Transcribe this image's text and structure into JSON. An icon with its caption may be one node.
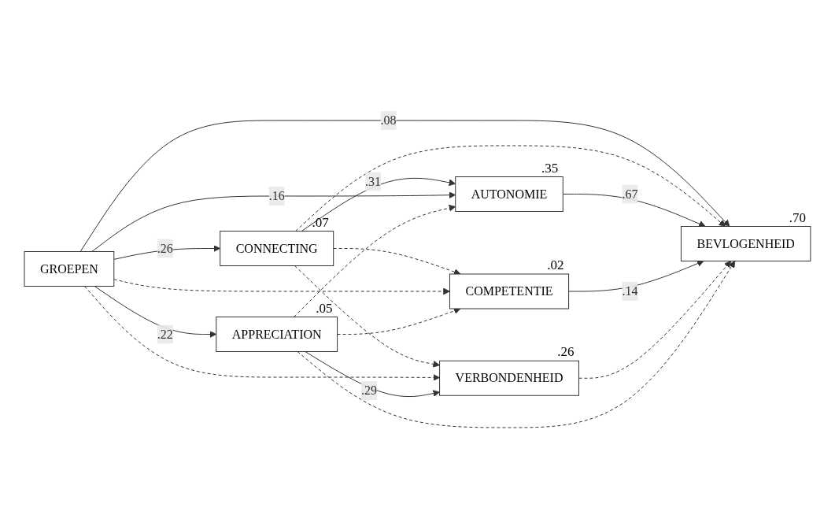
{
  "diagram": {
    "nodes": [
      {
        "text": [
          "CONNECTING"
        ],
        "beside": [
          ".07"
        ]
      },
      {
        "text": [
          "AUTONOMIE"
        ],
        "beside": [
          ".35"
        ]
      },
      {
        "text": [
          "GROEPEN"
        ]
      },
      {
        "text": [
          "COMPETENTIE"
        ],
        "beside": [
          ".02"
        ]
      },
      {
        "text": [
          "BEVLOGENHEID"
        ],
        "beside": [
          ".70"
        ]
      },
      {
        "text": [
          "APPRECIATION"
        ],
        "beside": [
          ".05"
        ]
      },
      {
        "text": [
          "VERBONDENHEID"
        ],
        "beside": [
          ".26"
        ]
      }
    ],
    "edges": [
      {
        "from": 2,
        "to": 4,
        "arrow": "to",
        "label": ".08"
      },
      {
        "from": 0,
        "to": 4,
        "arrow": "to",
        "style": "dashed"
      },
      {
        "from": 2,
        "to": 0,
        "arrow": "to",
        "label": ".26"
      },
      {
        "from": 0,
        "to": 1,
        "arrow": "to",
        "label": ".31"
      },
      {
        "from": 2,
        "to": 1,
        "arrow": "to",
        "label": ".16"
      },
      {
        "from": 0,
        "to": 3,
        "arrow": "to",
        "style": "dashed"
      },
      {
        "from": 0,
        "to": 6,
        "arrow": "to",
        "style": "dashed"
      },
      {
        "from": 2,
        "to": 3,
        "arrow": "to",
        "style": "dashed"
      },
      {
        "from": 2,
        "to": 6,
        "arrow": "to",
        "style": "dashed"
      },
      {
        "from": 2,
        "to": 5,
        "arrow": "to",
        "label": ".22"
      },
      {
        "from": 5,
        "to": 1,
        "arrow": "to",
        "style": "dashed"
      },
      {
        "from": 5,
        "to": 3,
        "arrow": "to",
        "style": "dashed"
      },
      {
        "from": 5,
        "to": 6,
        "arrow": "to",
        "label": ".29"
      },
      {
        "from": 1,
        "to": 4,
        "arrow": "to",
        "label": ".67"
      },
      {
        "from": 3,
        "to": 4,
        "arrow": "to",
        "label": ".14"
      },
      {
        "from": 6,
        "to": 4,
        "arrow": "to",
        "style": "dashed"
      },
      {
        "from": 5,
        "to": 4,
        "arrow": "to",
        "style": "dashed"
      }
    ]
  }
}
